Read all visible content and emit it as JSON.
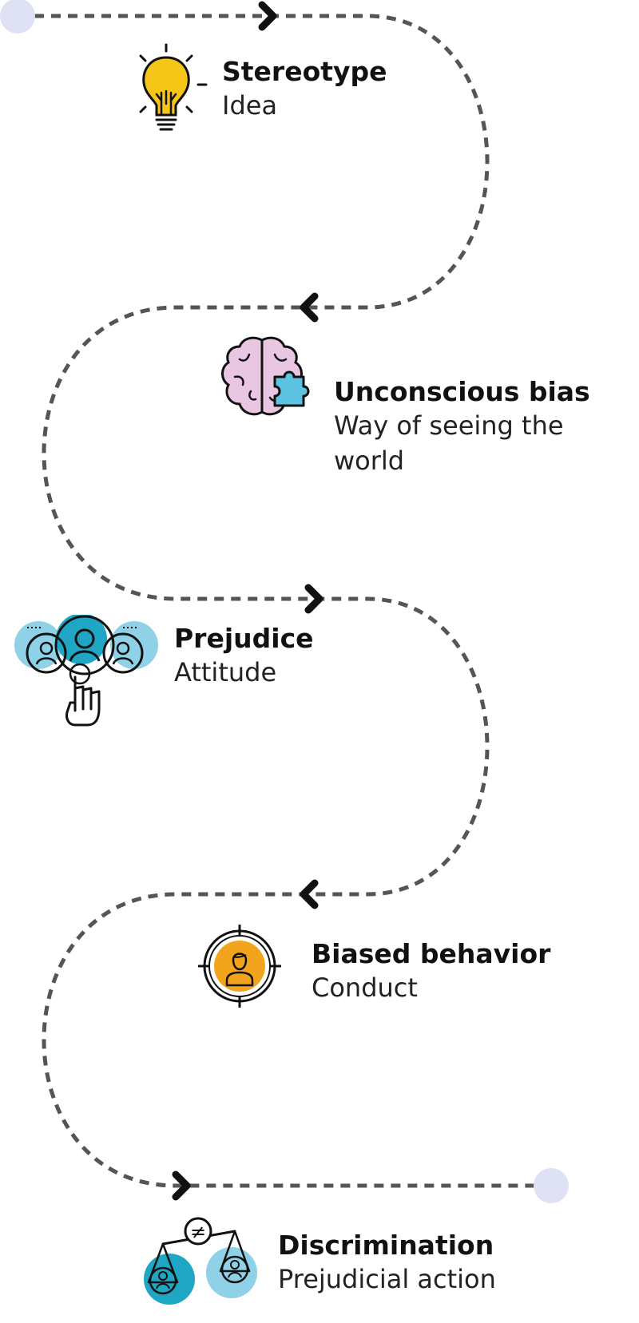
{
  "steps": [
    {
      "title": "Stereotype",
      "desc": "Idea",
      "icon": "lightbulb-icon"
    },
    {
      "title": "Unconscious bias",
      "desc": "Way of seeing the world",
      "icon": "brain-puzzle-icon"
    },
    {
      "title": "Prejudice",
      "desc": "Attitude",
      "icon": "people-select-icon"
    },
    {
      "title": "Biased behavior",
      "desc": "Conduct",
      "icon": "target-person-icon"
    },
    {
      "title": "Discrimination",
      "desc": "Prejudicial action",
      "icon": "unequal-scale-icon"
    }
  ],
  "unequal_symbol": "≠",
  "colors": {
    "path": "#555555",
    "endpoint": "#dfe2f5",
    "bulb": "#f5c518",
    "brain": "#e9c6e2",
    "puzzle": "#5cc3e0",
    "people_dark": "#1fa6c4",
    "people_light": "#8fd1e6",
    "target": "#f2a51c"
  }
}
